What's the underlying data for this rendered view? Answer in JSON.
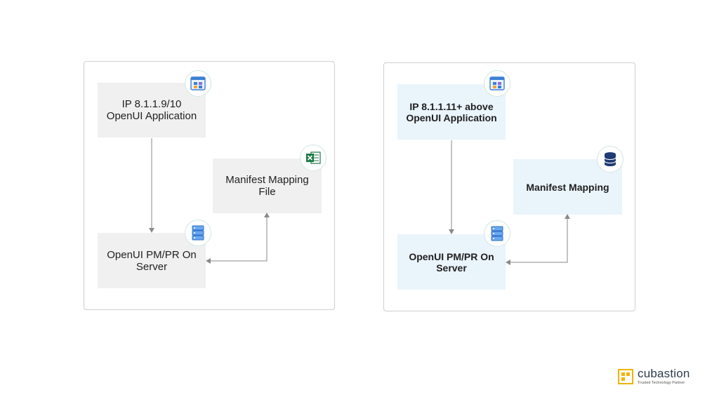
{
  "left_diagram": {
    "app_box": "IP 8.1.1.9/10 OpenUI Application",
    "manifest_box": "Manifest Mapping File",
    "server_box": "OpenUI PM/PR On Server",
    "icons": {
      "app": "web-app-icon",
      "manifest": "excel-file-icon",
      "server": "server-icon"
    }
  },
  "right_diagram": {
    "app_box": "IP 8.1.1.11+ above OpenUI Application",
    "manifest_box": "Manifest Mapping",
    "server_box": "OpenUI PM/PR On Server",
    "icons": {
      "app": "web-app-icon",
      "manifest": "database-icon",
      "server": "server-icon"
    }
  },
  "logo": {
    "name": "cubastion",
    "tagline": "Trusted Technology Partner"
  },
  "colors": {
    "grey_box": "#f0f0f0",
    "blue_box": "#eaf4fb",
    "arrow": "#8a8a8a",
    "logo_mark": "#f0b400",
    "logo_text": "#2d3b4e"
  }
}
